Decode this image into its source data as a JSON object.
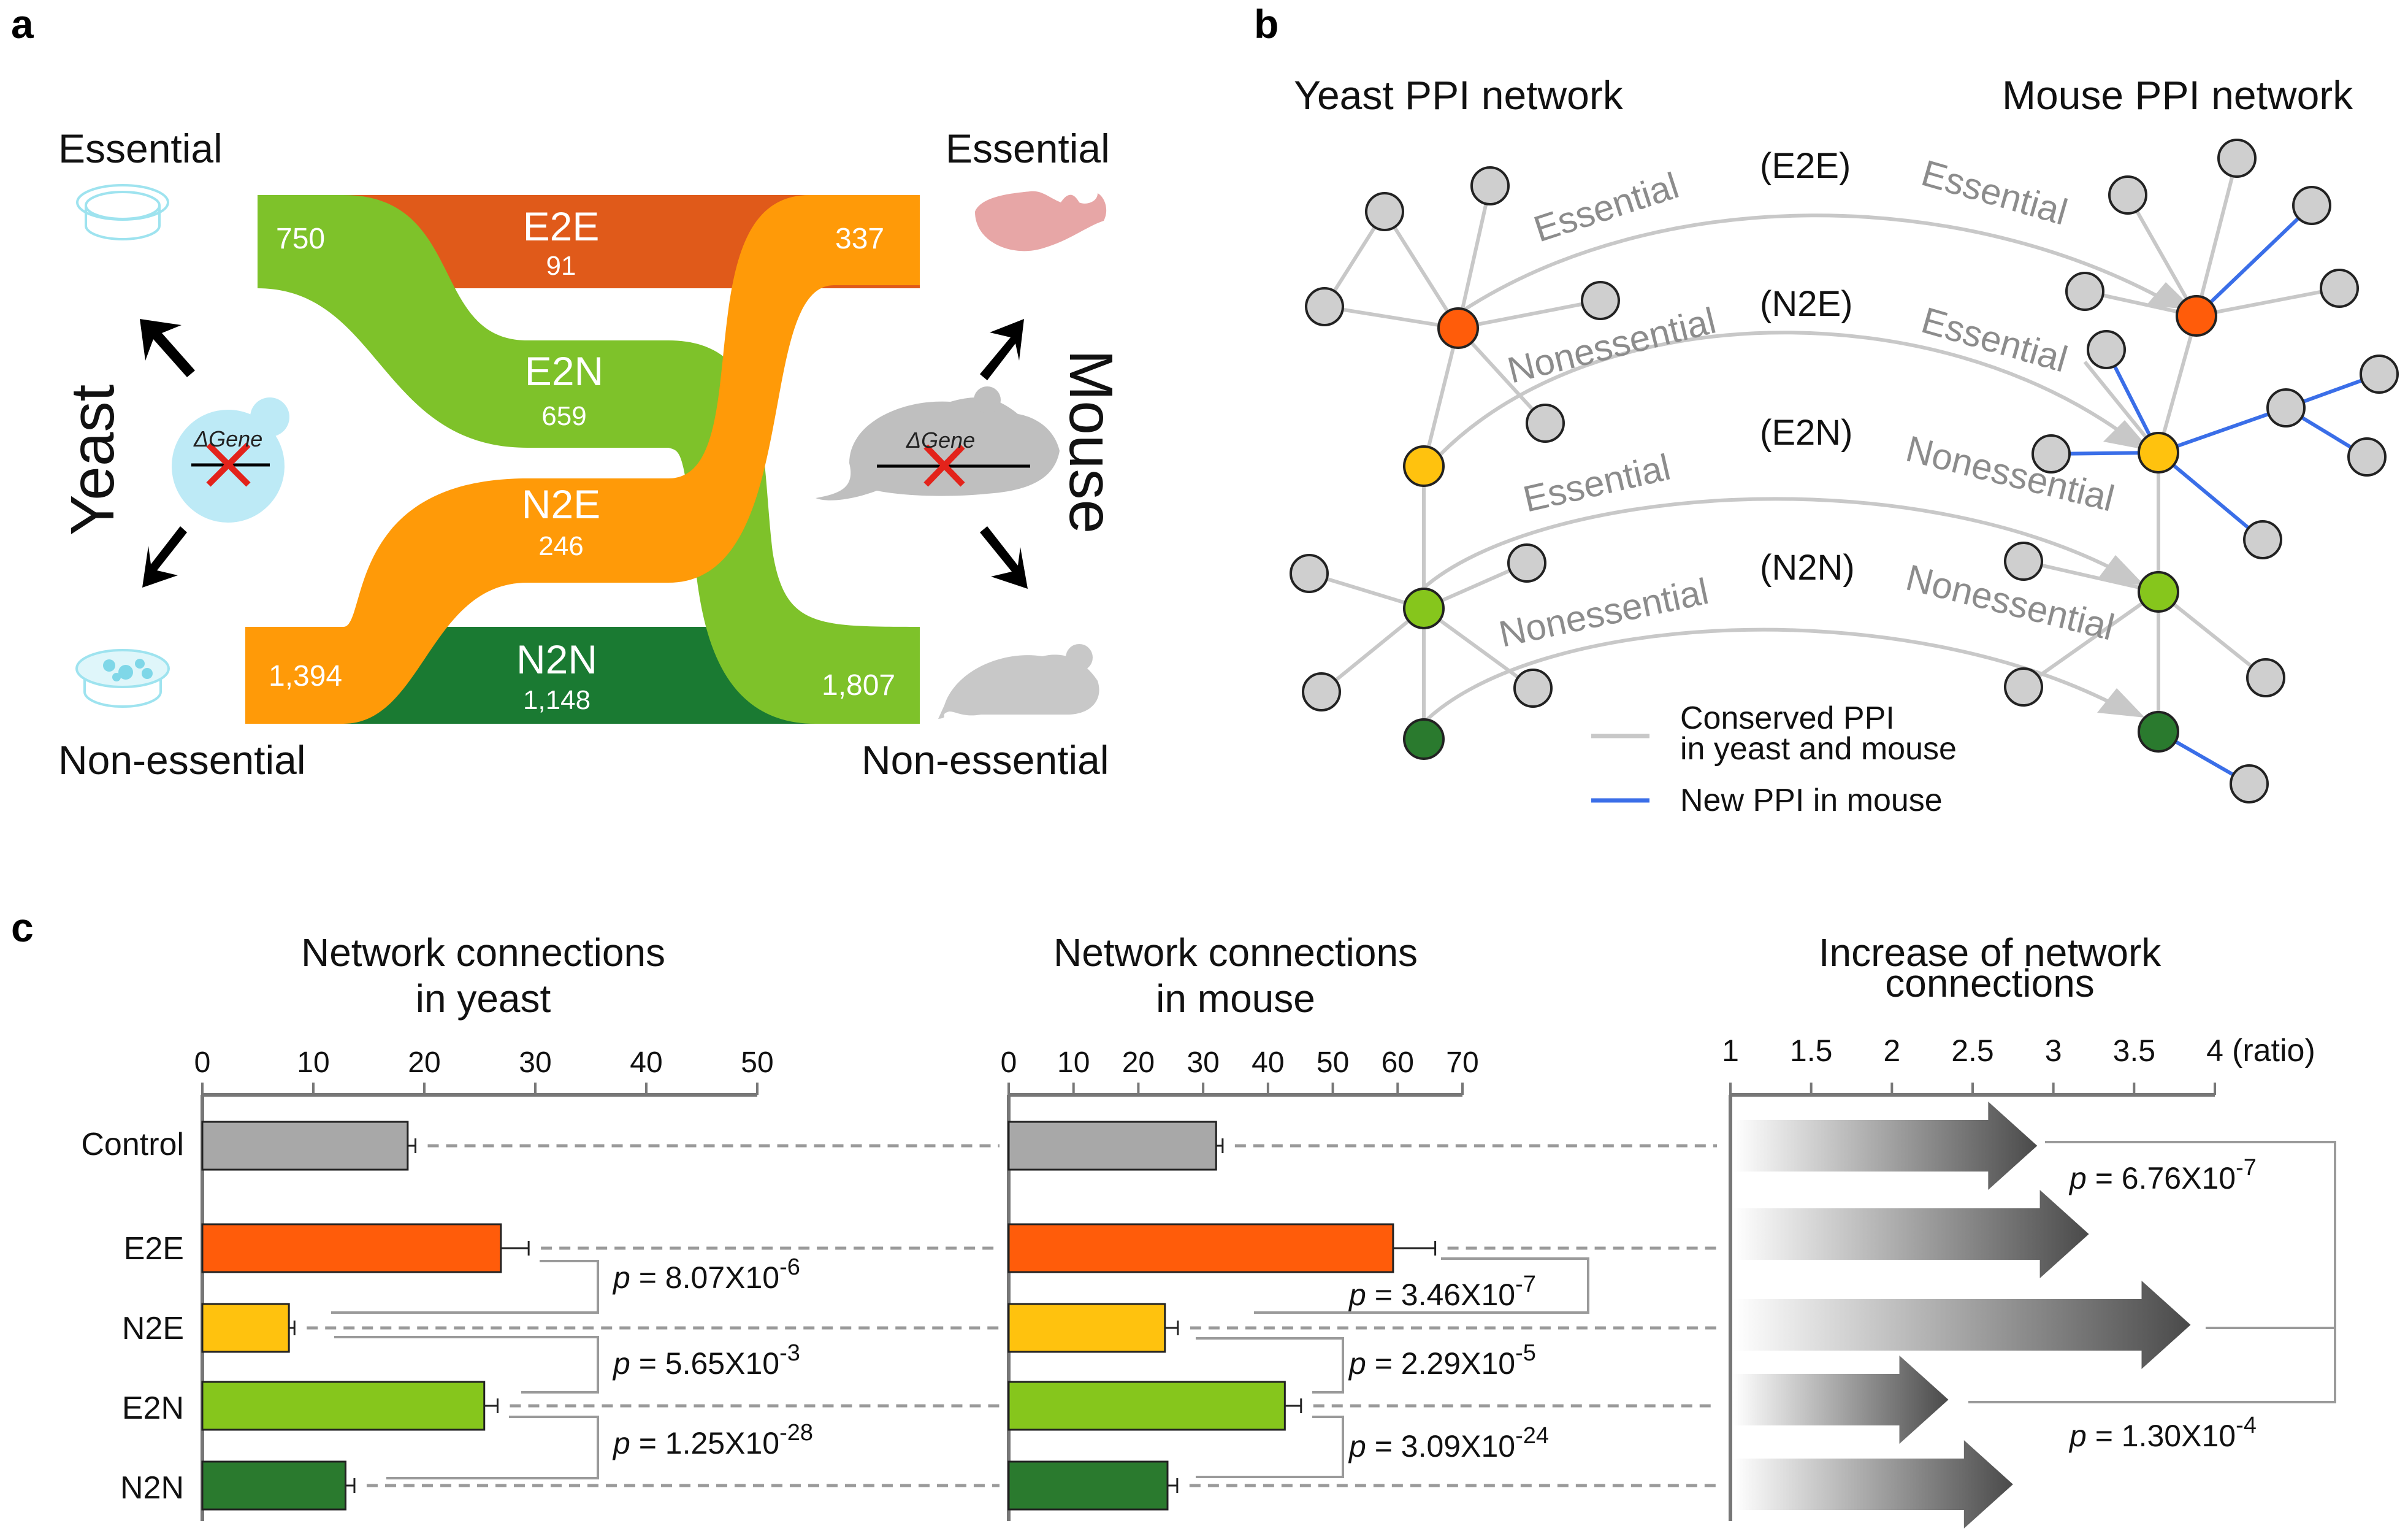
{
  "panels": {
    "a": "a",
    "b": "b",
    "c": "c"
  },
  "sankey": {
    "left_top_label": "Essential",
    "left_bottom_label": "Non-essential",
    "right_top_label": "Essential",
    "right_bottom_label": "Non-essential",
    "yeast_label": "Yeast",
    "mouse_label": "Mouse",
    "delta_gene": "ΔGene",
    "yeast_essential_total": "750",
    "yeast_nonessential_total": "1,394",
    "mouse_essential_total": "337",
    "mouse_nonessential_total": "1,807",
    "flows": [
      {
        "code": "E2E",
        "count": "91"
      },
      {
        "code": "E2N",
        "count": "659"
      },
      {
        "code": "N2E",
        "count": "246"
      },
      {
        "code": "N2N",
        "count": "1,148"
      }
    ],
    "colors": {
      "E2E": "#e05a1a",
      "E2N": "#7ec22a",
      "N2E": "#ff9a08",
      "N2N": "#1a7a32"
    }
  },
  "network": {
    "yeast_title": "Yeast PPI network",
    "mouse_title": "Mouse PPI network",
    "arrows": [
      {
        "from": "Essential",
        "code": "(E2E)",
        "to": "Essential"
      },
      {
        "from": "Nonessential",
        "code": "(N2E)",
        "to": "Essential"
      },
      {
        "from": "Essential",
        "code": "(E2N)",
        "to": "Nonessential"
      },
      {
        "from": "Nonessential",
        "code": "(N2N)",
        "to": "Nonessential"
      }
    ],
    "legend": {
      "conserved_line1": "Conserved PPI",
      "conserved_line2": "in yeast and mouse",
      "new": "New PPI in mouse"
    },
    "colors": {
      "conserved": "#c8c8c8",
      "new": "#3a6ee8"
    }
  },
  "chart_data": [
    {
      "type": "bar",
      "title_line1": "Network connections",
      "title_line2": "in yeast",
      "categories": [
        "Control",
        "E2E",
        "N2E",
        "E2N",
        "N2N"
      ],
      "values": [
        18.5,
        26.9,
        7.8,
        25.4,
        12.9
      ],
      "errors": [
        0.7,
        2.5,
        0.5,
        1.2,
        0.8
      ],
      "colors": [
        "#a8a8a8",
        "#ff5c0a",
        "#ffc20e",
        "#86c61c",
        "#2a7a2e"
      ],
      "ticks": [
        "0",
        "10",
        "20",
        "30",
        "40",
        "50"
      ],
      "xlim": [
        0,
        50
      ],
      "pvalues": [
        {
          "prefix": "p",
          "text": " = 8.07X10",
          "exp": "-6"
        },
        {
          "prefix": "p",
          "text": " = 5.65X10",
          "exp": "-3"
        },
        {
          "prefix": "p",
          "text": " = 1.25X10",
          "exp": "-28"
        }
      ]
    },
    {
      "type": "bar",
      "title_line1": "Network connections",
      "title_line2": "in mouse",
      "categories": [
        "Control",
        "E2E",
        "N2E",
        "E2N",
        "N2N"
      ],
      "values": [
        32.0,
        59.3,
        24.1,
        42.6,
        24.5
      ],
      "errors": [
        1.0,
        6.5,
        2.0,
        2.5,
        1.5
      ],
      "colors": [
        "#a8a8a8",
        "#ff5c0a",
        "#ffc20e",
        "#86c61c",
        "#2a7a2e"
      ],
      "ticks": [
        "0",
        "10",
        "20",
        "30",
        "40",
        "50",
        "60",
        "70"
      ],
      "xlim": [
        0,
        70
      ],
      "pvalues": [
        {
          "prefix": "p",
          "text": " = 3.46X10",
          "exp": "-7"
        },
        {
          "prefix": "p",
          "text": " = 2.29X10",
          "exp": "-5"
        },
        {
          "prefix": "p",
          "text": " = 3.09X10",
          "exp": "-24"
        }
      ]
    },
    {
      "type": "bar",
      "title_line1": "Increase of network",
      "title_line2": "connections",
      "categories": [
        "Control",
        "E2E",
        "N2E",
        "E2N",
        "N2N"
      ],
      "values": [
        2.9,
        3.22,
        3.85,
        2.35,
        2.75
      ],
      "ticks": [
        "1",
        "1.5",
        "2",
        "2.5",
        "3",
        "3.5",
        "4"
      ],
      "unit_label": "(ratio)",
      "xlim": [
        1,
        4
      ],
      "pvalues": [
        {
          "prefix": "p",
          "text": " = 6.76X10",
          "exp": "-7"
        },
        {
          "prefix": "p",
          "text": " = 1.30X10",
          "exp": "-4"
        }
      ]
    }
  ]
}
